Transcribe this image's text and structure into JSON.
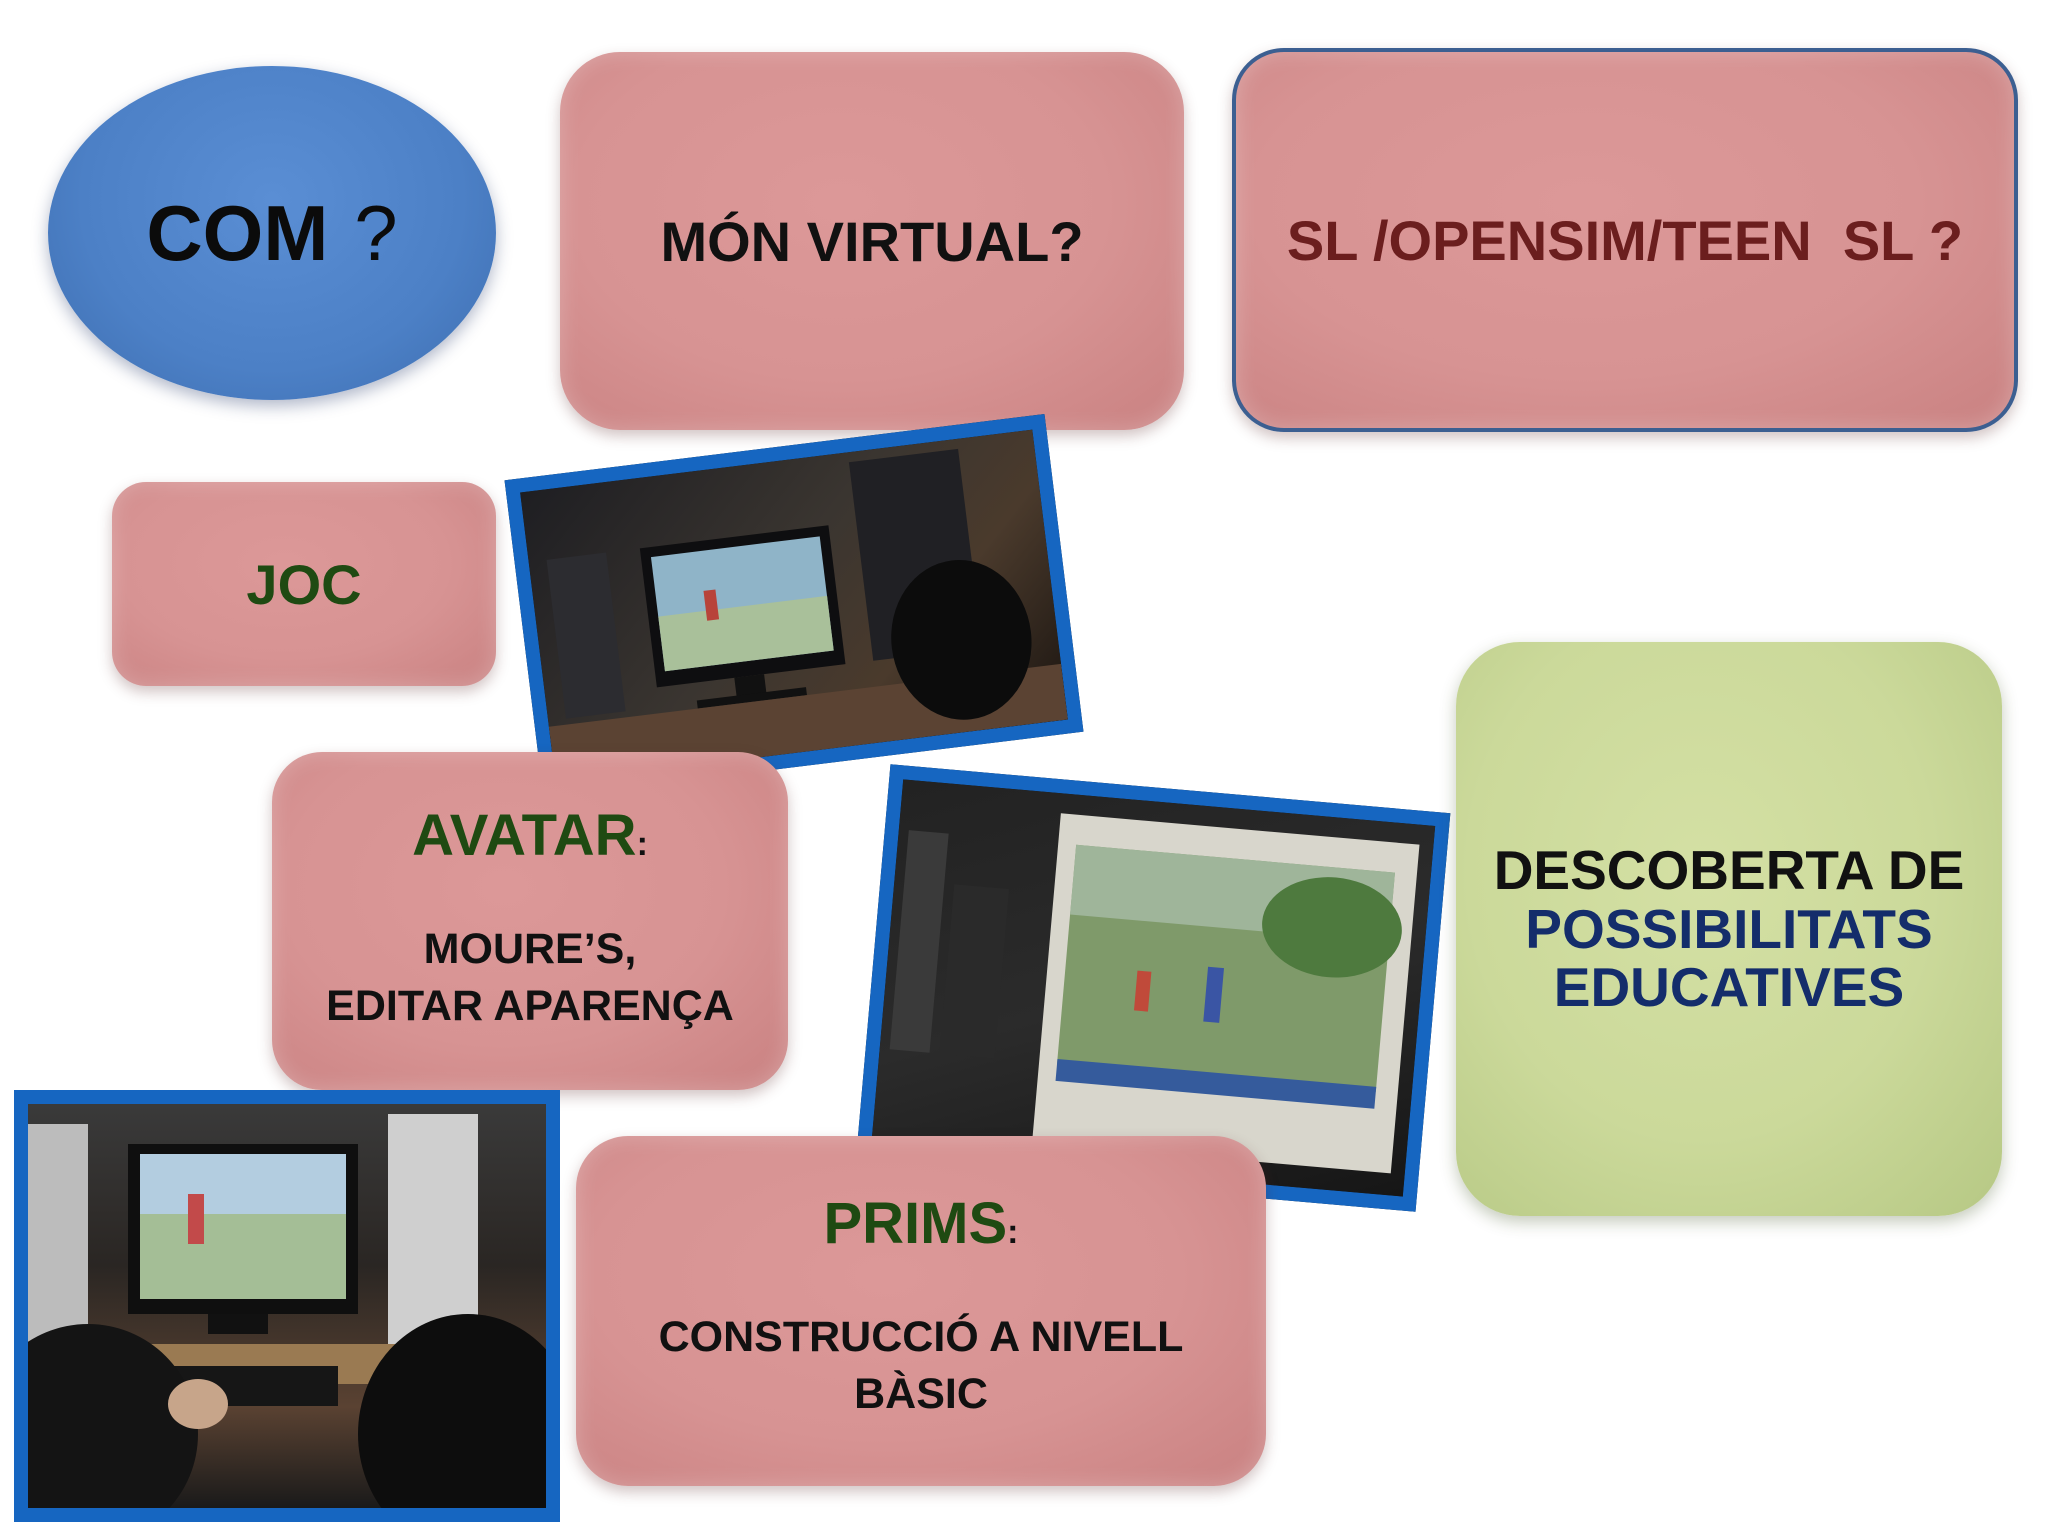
{
  "com": {
    "label": "COM",
    "mark": "?"
  },
  "mon_virtual": {
    "label": "MÓN VIRTUAL?"
  },
  "sl_opensim": {
    "label": "SL /OPENSIM/TEEN  SL ?"
  },
  "joc": {
    "label": "JOC"
  },
  "avatar": {
    "title": "AVATAR",
    "colon": ":",
    "line1": "MOURE’S,",
    "line2": "EDITAR APARENÇA"
  },
  "prims": {
    "title": "PRIMS",
    "colon": ":",
    "line1": "CONSTRUCCIÓ A NIVELL",
    "line2": "BÀSIC"
  },
  "descoberta": {
    "line1": "DESCOBERTA DE",
    "line2": "POSSIBILITATS",
    "line3": "EDUCATIVES"
  },
  "photos": [
    {
      "subject": "student at computer showing virtual world"
    },
    {
      "subject": "projector screen showing virtual world avatars"
    },
    {
      "subject": "students at keyboards in computer lab"
    }
  ],
  "colors": {
    "box_pink": "#d79393",
    "oval_blue": "#4c80c6",
    "green_box": "#cbd99a",
    "photo_border": "#1666c1",
    "title_green": "#1f4a12",
    "title_navy": "#142d6b",
    "title_maroon": "#6b1e1e"
  }
}
